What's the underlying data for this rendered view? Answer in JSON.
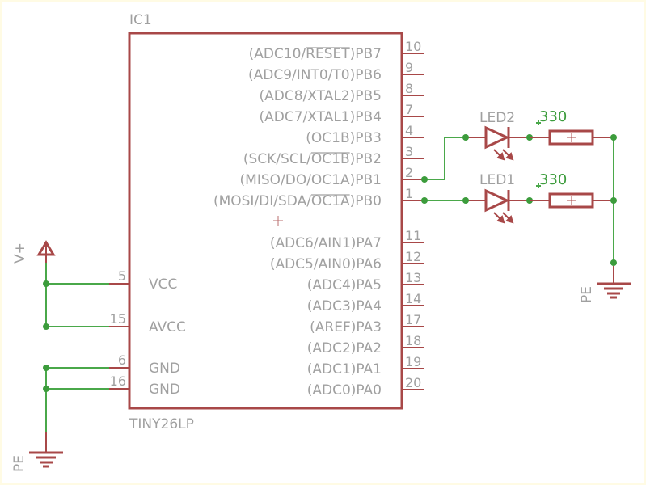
{
  "schematic": {
    "ic": {
      "name": "IC1",
      "value": "TINY26LP",
      "right_pins": [
        {
          "num": "10",
          "label": "(ADC10/RESET)PB7",
          "overline": "RESET"
        },
        {
          "num": "9",
          "label": "(ADC9/INT0/T0)PB6"
        },
        {
          "num": "8",
          "label": "(ADC8/XTAL2)PB5"
        },
        {
          "num": "7",
          "label": "(ADC7/XTAL1)PB4"
        },
        {
          "num": "4",
          "label": "(OC1B)PB3"
        },
        {
          "num": "3",
          "label": "(SCK/SCL/OC1B)PB2",
          "overline": "OC1B"
        },
        {
          "num": "2",
          "label": "(MISO/DO/OC1A)PB1"
        },
        {
          "num": "1",
          "label": "(MOSI/DI/SDA/OC1A)PB0",
          "overline": "OC1A"
        },
        {
          "num": "11",
          "label": "(ADC6/AIN1)PA7"
        },
        {
          "num": "12",
          "label": "(ADC5/AIN0)PA6"
        },
        {
          "num": "13",
          "label": "(ADC4)PA5"
        },
        {
          "num": "14",
          "label": "(ADC3)PA4"
        },
        {
          "num": "17",
          "label": "(AREF)PA3"
        },
        {
          "num": "18",
          "label": "(ADC2)PA2"
        },
        {
          "num": "19",
          "label": "(ADC1)PA1"
        },
        {
          "num": "20",
          "label": "(ADC0)PA0"
        }
      ],
      "left_pins": [
        {
          "num": "5",
          "label": "VCC"
        },
        {
          "num": "15",
          "label": "AVCC"
        },
        {
          "num": "6",
          "label": "GND"
        },
        {
          "num": "16",
          "label": "GND"
        }
      ]
    },
    "supply": {
      "label": "V+"
    },
    "ground_left": {
      "label": "PE"
    },
    "ground_right": {
      "label": "PE"
    },
    "led2": {
      "name": "LED2",
      "resistor_value": "330"
    },
    "led1": {
      "name": "LED1",
      "resistor_value": "330"
    },
    "colors": {
      "symbol": "#a84848",
      "wire": "#4aa84a",
      "text": "#a0a0a0",
      "value_text": "#3c9c3c",
      "frame": "#fffbe4"
    }
  }
}
